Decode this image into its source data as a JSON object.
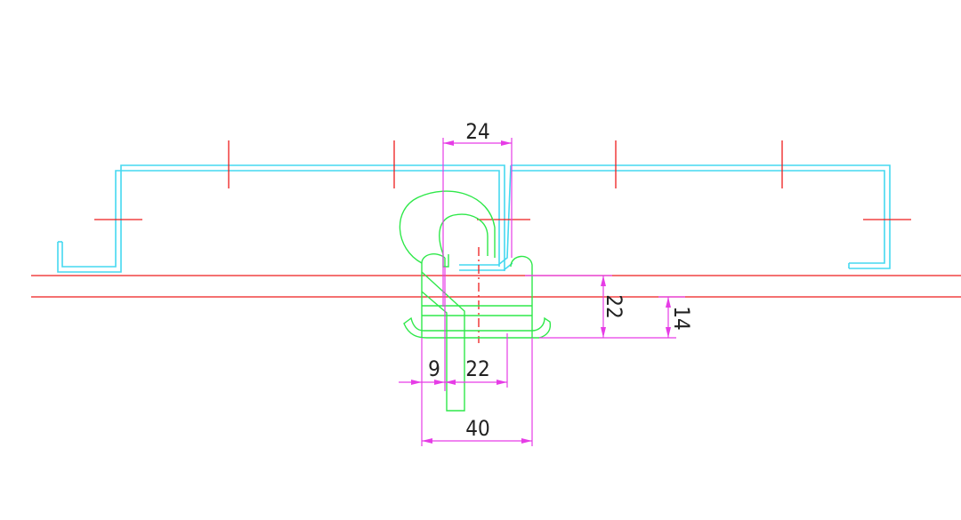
{
  "drawing": {
    "colors": {
      "panel": "#45d8f0",
      "center_lines": "#ee1c1c",
      "clip": "#2fe84a",
      "dimensions": "#e63ce6",
      "background": "#ffffff"
    },
    "dimensions": {
      "top_width": "24",
      "height_total": "22",
      "height_inner": "14",
      "base_left": "9",
      "base_mid": "22",
      "base_total": "40"
    }
  }
}
